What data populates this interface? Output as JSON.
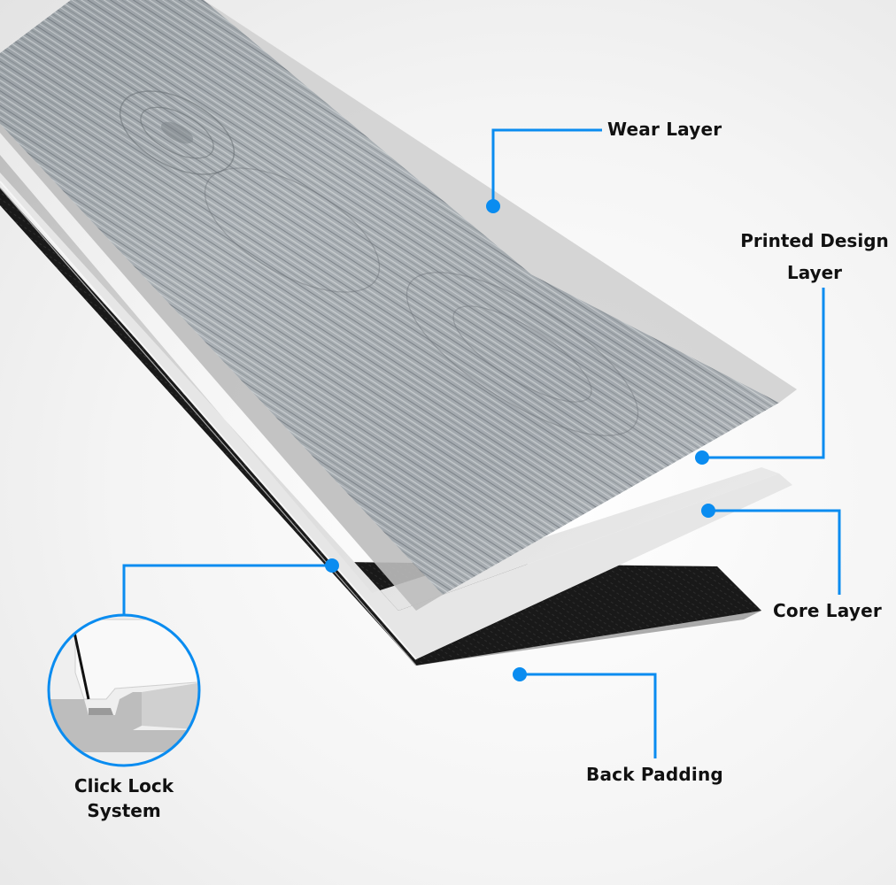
{
  "diagram": {
    "subject": "Layered vinyl flooring plank (exploded view)",
    "accent_color": "#0a8cf0",
    "layers": [
      {
        "id": "wear",
        "label": "Wear Layer",
        "color": "#cfcfcf"
      },
      {
        "id": "design",
        "label_line1": "Printed Design",
        "label_line2": "Layer",
        "color": "#9aa2a8"
      },
      {
        "id": "core",
        "label": "Core Layer",
        "color": "#e2e2e2"
      },
      {
        "id": "back",
        "label": "Back Padding",
        "color": "#1c1c1c"
      }
    ],
    "inset": {
      "label_line1": "Click Lock",
      "label_line2": "System"
    }
  }
}
